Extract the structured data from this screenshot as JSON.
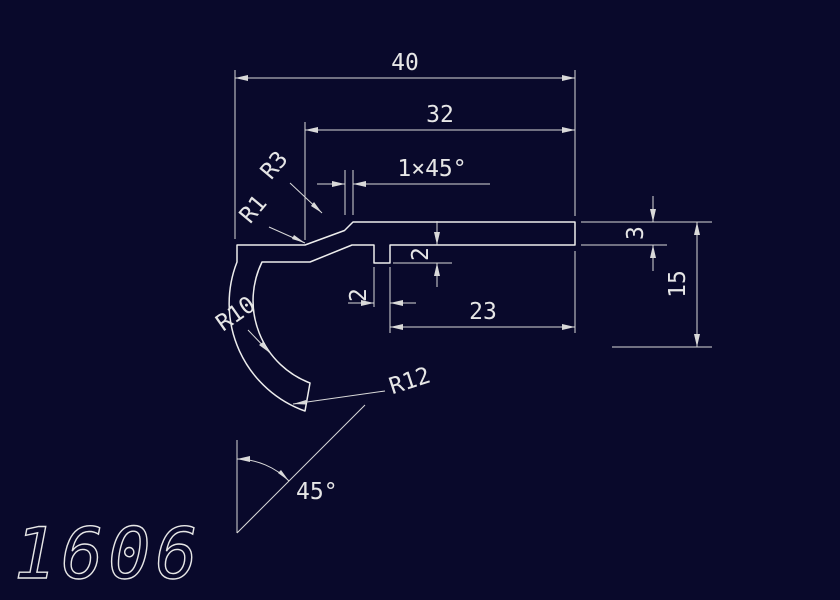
{
  "drawing": {
    "part_number": "1606",
    "dimensions": {
      "overall_width": "40",
      "top_width": "32",
      "chamfer": "1×45°",
      "fillet_r3": "R3",
      "fillet_r1": "R1",
      "step_depth": "2",
      "rib_width": "2",
      "bottom_width": "23",
      "flange_thickness": "3",
      "height": "15",
      "radius_inner": "R10",
      "radius_outer": "R12",
      "tip_angle": "45°"
    },
    "colors": {
      "background": "#09092b",
      "line": "#ededed"
    }
  }
}
